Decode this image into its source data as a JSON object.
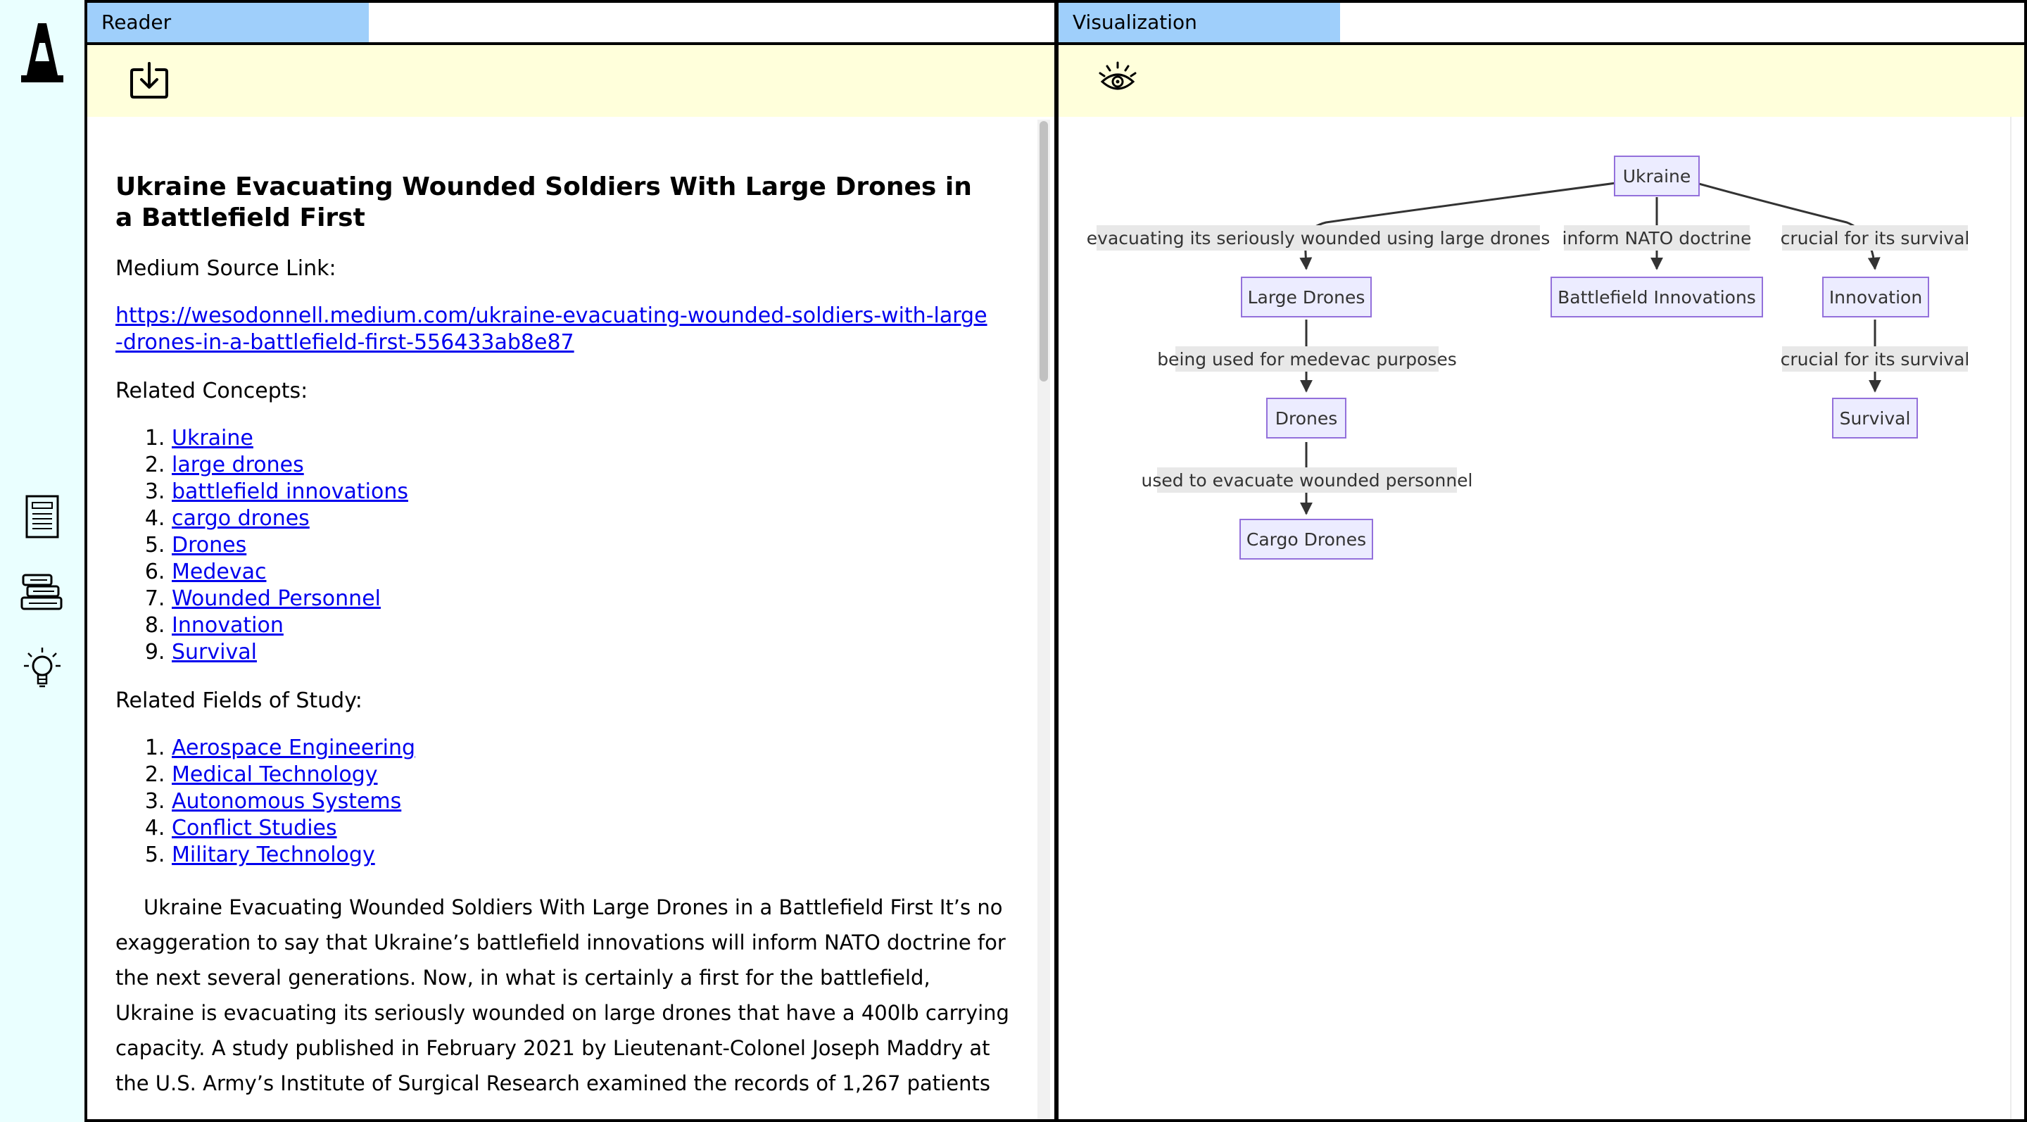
{
  "rail": {
    "logo_icon": "traffic-cone-icon",
    "items": [
      {
        "name": "document",
        "icon": "document-icon"
      },
      {
        "name": "library",
        "icon": "books-icon"
      },
      {
        "name": "ideas",
        "icon": "lightbulb-icon"
      }
    ]
  },
  "reader": {
    "tab_label": "Reader",
    "toolbar_icon": "download-icon",
    "title": "Ukraine Evacuating Wounded Soldiers With Large Drones in a Battlefield First",
    "source_label": "Medium Source Link:",
    "source_url": "https://wesodonnell.medium.com/ukraine-evacuating-wounded-soldiers-with-large-drones-in-a-battlefield-first-556433ab8e87",
    "concepts_label": "Related Concepts:",
    "concepts": [
      "Ukraine",
      "large drones",
      "battlefield innovations",
      "cargo drones",
      "Drones",
      "Medevac",
      "Wounded Personnel",
      "Innovation",
      "Survival"
    ],
    "fields_label": "Related Fields of Study:",
    "fields": [
      "Aerospace Engineering",
      "Medical Technology",
      "Autonomous Systems",
      "Conflict Studies",
      "Military Technology"
    ],
    "body": "Ukraine Evacuating Wounded Soldiers With Large Drones in a Battlefield First It’s no exaggeration to say that Ukraine’s battlefield innovations will inform NATO doctrine for the next several generations. Now, in what is certainly a first for the battlefield, Ukraine is evacuating its seriously wounded on large drones that have a 400lb carrying capacity. A study published in February 2021 by Lieutenant-Colonel Joseph Maddry at the U.S. Army’s Institute of Surgical Research examined the records of 1,267 patients"
  },
  "viz": {
    "tab_label": "Visualization",
    "toolbar_icon": "eye-icon",
    "nodes": {
      "ukraine": "Ukraine",
      "large_drones": "Large Drones",
      "battlefield_innovations": "Battlefield Innovations",
      "innovation": "Innovation",
      "drones": "Drones",
      "survival": "Survival",
      "cargo_drones": "Cargo Drones"
    },
    "edges": {
      "e1": "evacuating its seriously wounded using large drones",
      "e2": "inform NATO doctrine",
      "e3": "crucial for its survival",
      "e4": "being used for medevac purposes",
      "e5": "crucial for its survival",
      "e6": "used to evacuate wounded personnel"
    }
  }
}
